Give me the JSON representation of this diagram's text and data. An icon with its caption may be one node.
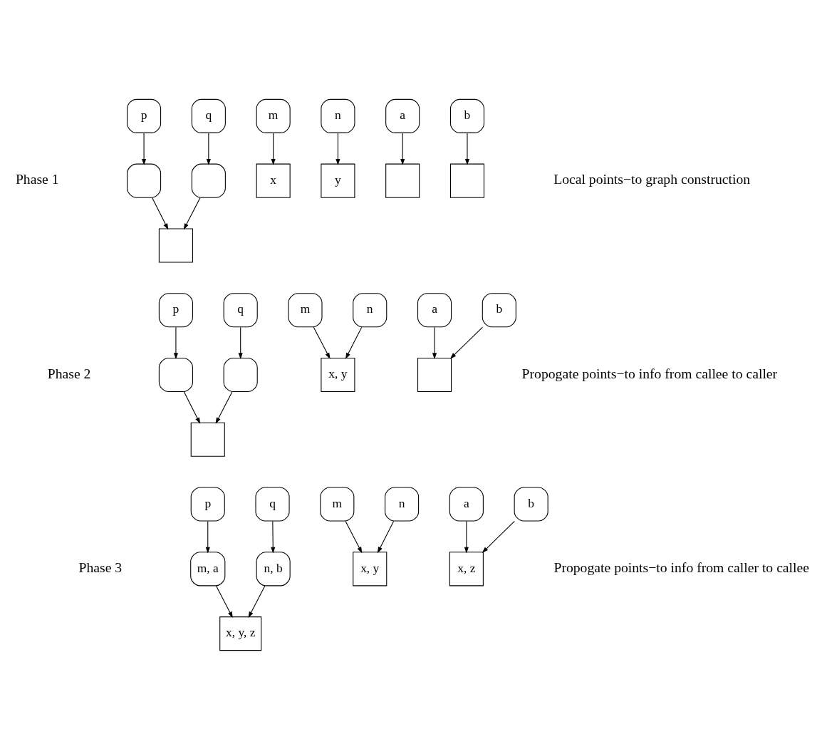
{
  "diagram": {
    "nodes": [
      {
        "text": [
          "p"
        ]
      },
      {
        "text": [
          "q"
        ]
      },
      {
        "text": [
          "m"
        ]
      },
      {
        "text": [
          "n"
        ]
      },
      {
        "text": [
          "a"
        ]
      },
      {
        "text": [
          "b"
        ]
      },
      {
        "text": [],
        "shape": "box"
      },
      {
        "text": [],
        "shape": "box"
      },
      {
        "text": [
          "x"
        ]
      },
      {
        "text": [
          "y"
        ]
      },
      {
        "text": [],
        "shape": "box"
      },
      {
        "text": [],
        "shape": "box"
      },
      {
        "text": [],
        "shape": "box"
      },
      {
        "text": [
          "p"
        ]
      },
      {
        "text": [
          "q"
        ]
      },
      {
        "text": [
          "m"
        ]
      },
      {
        "text": [
          "n"
        ]
      },
      {
        "text": [
          "a"
        ]
      },
      {
        "text": [
          "b"
        ]
      },
      {
        "text": [],
        "shape": "box"
      },
      {
        "text": [],
        "shape": "box"
      },
      {
        "text": [
          "x, y"
        ]
      },
      {
        "text": [],
        "shape": "box"
      },
      {
        "text": [],
        "shape": "box"
      },
      {
        "text": [
          "p"
        ]
      },
      {
        "text": [
          "q"
        ]
      },
      {
        "text": [
          "m"
        ]
      },
      {
        "text": [
          "n"
        ]
      },
      {
        "text": [
          "a"
        ]
      },
      {
        "text": [
          "b"
        ]
      },
      {
        "text": [
          "m, a"
        ]
      },
      {
        "text": [
          "n, b"
        ]
      },
      {
        "text": [
          "x, y"
        ]
      },
      {
        "text": [
          "x, z"
        ]
      },
      {
        "text": [
          "x, y, z"
        ]
      }
    ],
    "edges": [
      {
        "from": 0,
        "to": 6,
        "arrow": "to"
      },
      {
        "from": 1,
        "to": 7,
        "arrow": "to"
      },
      {
        "from": 2,
        "to": 8,
        "arrow": "to"
      },
      {
        "from": 3,
        "to": 9,
        "arrow": "to"
      },
      {
        "from": 4,
        "to": 10,
        "arrow": "to"
      },
      {
        "from": 5,
        "to": 11,
        "arrow": "to"
      },
      {
        "from": 6,
        "to": 12,
        "arrow": "to"
      },
      {
        "from": 7,
        "to": 12,
        "arrow": "to"
      },
      {
        "from": 13,
        "to": 19,
        "arrow": "to"
      },
      {
        "from": 14,
        "to": 20,
        "arrow": "to"
      },
      {
        "from": 15,
        "to": 21,
        "arrow": "to"
      },
      {
        "from": 16,
        "to": 21,
        "arrow": "to"
      },
      {
        "from": 17,
        "to": 22,
        "arrow": "to"
      },
      {
        "from": 18,
        "to": 22,
        "arrow": "to"
      },
      {
        "from": 19,
        "to": 23,
        "arrow": "to"
      },
      {
        "from": 20,
        "to": 23,
        "arrow": "to"
      },
      {
        "from": 24,
        "to": 30,
        "arrow": "to"
      },
      {
        "from": 25,
        "to": 31,
        "arrow": "to"
      },
      {
        "from": 26,
        "to": 32,
        "arrow": "to"
      },
      {
        "from": 27,
        "to": 32,
        "arrow": "to"
      },
      {
        "from": 28,
        "to": 33,
        "arrow": "to"
      },
      {
        "from": 29,
        "to": 33,
        "arrow": "to"
      },
      {
        "from": 30,
        "to": 34,
        "arrow": "to"
      },
      {
        "from": 31,
        "to": 34,
        "arrow": "to"
      }
    ],
    "labels": [
      "Phase 1",
      "Local points−to graph construction",
      "Phase 2",
      "Propogate points−to info from callee to caller",
      "Phase 3",
      "Propogate points−to info from caller to callee"
    ]
  }
}
